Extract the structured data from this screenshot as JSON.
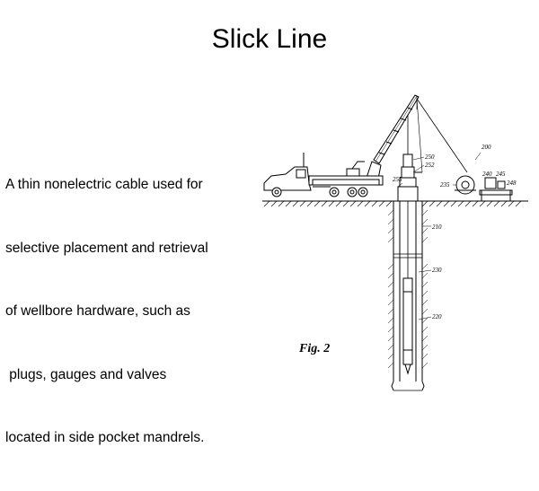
{
  "slide": {
    "title": "Slick Line",
    "body_lines": [
      "A thin nonelectric cable used for",
      "selective placement and retrieval",
      "of wellbore hardware, such as",
      " plugs, gauges and valves",
      "located in side pocket mandrels."
    ]
  },
  "figure": {
    "caption": "Fig.  2",
    "labels": {
      "l200": "200",
      "l250": "250",
      "l252": "252",
      "l255": "255",
      "l235": "235",
      "l240": "240",
      "l245": "245",
      "l248": "248",
      "l210": "210",
      "l230": "230",
      "l220": "220"
    }
  }
}
